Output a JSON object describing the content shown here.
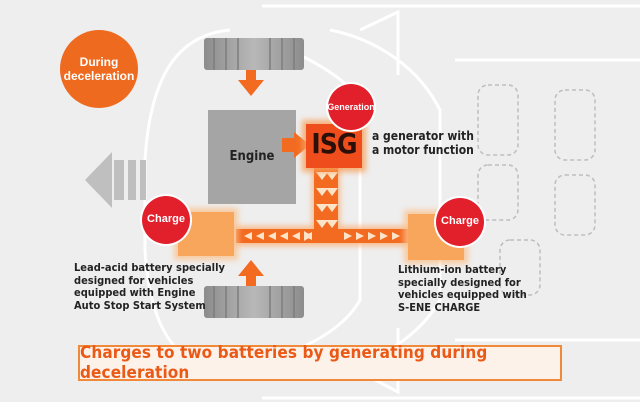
{
  "badge": {
    "text": "During\ndeceleration",
    "color": "#ee6a1f"
  },
  "engine": {
    "label": "Engine"
  },
  "isg": {
    "label": "ISG",
    "generation_label": "Generation",
    "description": "a generator with\na motor function"
  },
  "charge_left": {
    "label": "Charge"
  },
  "charge_right": {
    "label": "Charge"
  },
  "lead_acid": {
    "text": "Lead-acid battery specially\ndesigned for vehicles\nequipped with Engine\nAuto Stop Start System"
  },
  "lithium_ion": {
    "text": "Lithium-ion battery\nspecially designed for\nvehicles equipped with\nS-ENE CHARGE"
  },
  "banner": {
    "text": "Charges to two batteries by generating during deceleration"
  },
  "colors": {
    "orange": "#f26b21",
    "red": "#e2202c",
    "grey": "#a5a5a5",
    "battery": "#f7a65c"
  }
}
